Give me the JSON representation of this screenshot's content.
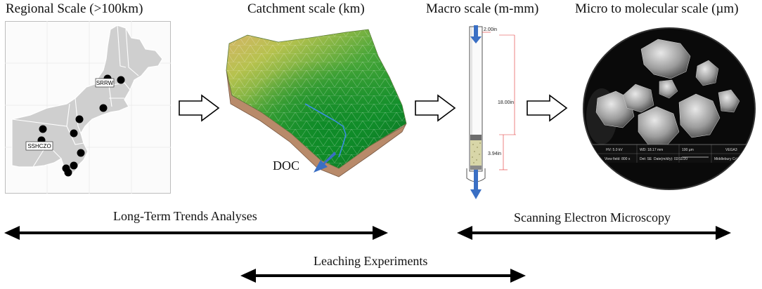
{
  "headings": {
    "regional": "Regional Scale (>100km)",
    "catchment": "Catchment scale (km)",
    "macro": "Macro scale (m-mm)",
    "micro": "Micro to molecular scale (µm)"
  },
  "map": {
    "label_srrw": "SRRW",
    "label_sshczo": "SSHCZO"
  },
  "catchment": {
    "doc_label": "DOC"
  },
  "column": {
    "dim_top": "2.00in",
    "dim_length": "18.00in",
    "dim_fill": "3.94in"
  },
  "sem": {
    "info_1": "HV: 5.0 kV",
    "info_2": "WD: 18.17 mm",
    "info_3": "VEGA3",
    "info_4": "View field: 800 x",
    "info_5": "Det: SE",
    "info_6": "100 µm",
    "info_7": "Date(m/d/y): 02/11/20",
    "info_8": "Middlebury College"
  },
  "spans": {
    "long_term": "Long-Term Trends Analyses",
    "sem": "Scanning Electron Microscopy",
    "leaching": "Leaching Experiments"
  },
  "colors": {
    "map_land": "#cfcfcf",
    "map_border": "#ffffff",
    "arrow_blue": "#3a6fc4",
    "sem_dark": "#0a0a0a"
  },
  "icons": {
    "flow_arrow": "hollow-right-arrow",
    "span_arrow": "double-headed-arrow"
  }
}
